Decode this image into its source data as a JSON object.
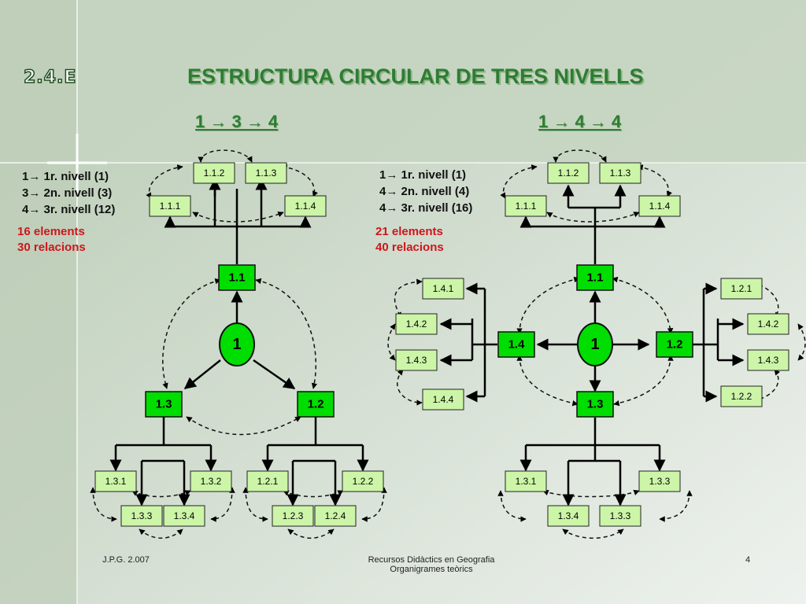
{
  "slide_id": "2.4.E",
  "title": "ESTRUCTURA CIRCULAR DE TRES NIVELLS",
  "left": {
    "subtitle": "1 → 3 → 4",
    "legend": [
      "1→ 1r. nivell (1)",
      "3→ 2n. nivell (3)",
      "4→ 3r. nivell (12)"
    ],
    "stats": [
      "16 elements",
      "30 relacions"
    ],
    "root": "1",
    "level2": [
      "1.1",
      "1.2",
      "1.3"
    ],
    "level3": [
      "1.1.1",
      "1.1.2",
      "1.1.3",
      "1.1.4",
      "1.2.1",
      "1.2.2",
      "1.2.3",
      "1.2.4",
      "1.3.1",
      "1.3.2",
      "1.3.3",
      "1.3.4"
    ]
  },
  "right": {
    "subtitle": "1 → 4 → 4",
    "legend": [
      "1→ 1r. nivell (1)",
      "4→ 2n. nivell (4)",
      "4→ 3r. nivell (16)"
    ],
    "stats": [
      "21 elements",
      "40 relacions"
    ],
    "root": "1",
    "level2": [
      "1.1",
      "1.2",
      "1.3",
      "1.4"
    ],
    "level3": [
      "1.1.1",
      "1.1.2",
      "1.1.3",
      "1.1.4",
      "1.2.1",
      "1.4.2",
      "1.4.3",
      "1.2.2",
      "1.3.1",
      "1.3.3",
      "1.3.4",
      "1.3.3",
      "1.4.1",
      "1.4.2",
      "1.4.3",
      "1.4.4"
    ]
  },
  "footer": {
    "left": "J.P.G. 2.007",
    "center_line1": "Recursos Didàctics en Geografia",
    "center_line2": "Organigrames teòrics",
    "page": "4"
  },
  "colors": {
    "level2_fill": "#00dd00",
    "level3_fill": "#ccf5a8",
    "title": "#2e7d32",
    "stats": "#d0151b"
  }
}
